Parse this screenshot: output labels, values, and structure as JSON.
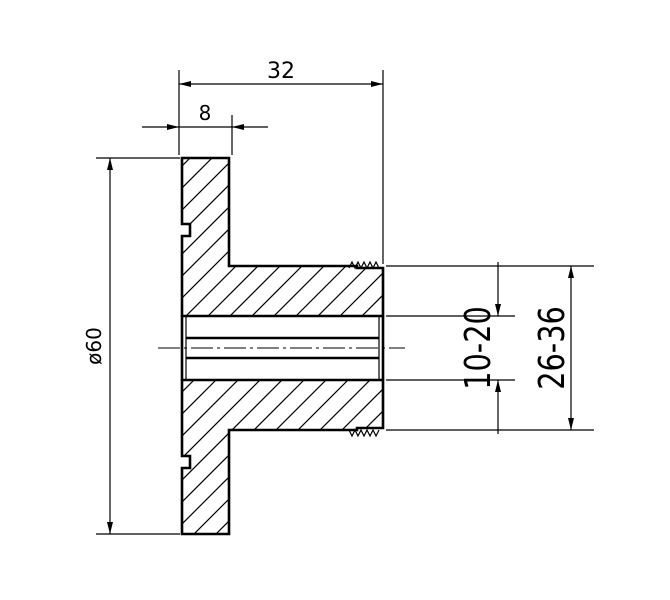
{
  "dimensions": {
    "overall_length": "32",
    "flange_thickness": "8",
    "flange_diameter": "ø60",
    "inner_range": "10-20",
    "outer_range": "26-36"
  },
  "colors": {
    "line": "#000000",
    "background": "#ffffff"
  }
}
